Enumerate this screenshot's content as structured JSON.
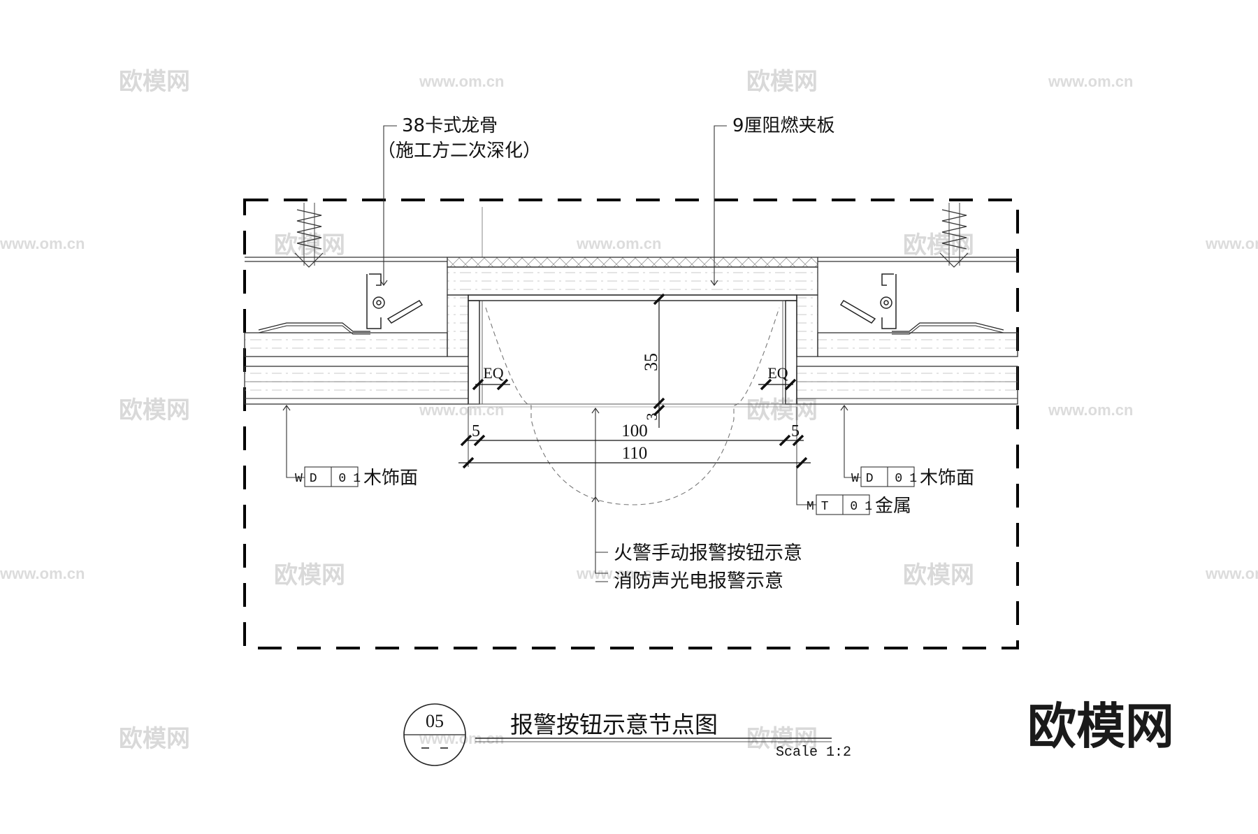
{
  "labels": {
    "keel": "38卡式龙骨",
    "keel_note": "（施工方二次深化）",
    "plywood": "9厘阻燃夹板",
    "fire_button": "火警手动报警按钮示意",
    "alarm": "消防声光电报警示意"
  },
  "callouts": {
    "left": {
      "code": "WD 01",
      "text": "木饰面"
    },
    "right": {
      "code": "WD 01",
      "text": "木饰面"
    },
    "metal": {
      "code": "MT 01",
      "text": "金属"
    }
  },
  "dimensions": {
    "height": "35",
    "gap": "3",
    "inner_width": "100",
    "outer_width": "110",
    "left_side": "5",
    "right_side": "5",
    "eq_left": "EQ",
    "eq_right": "EQ"
  },
  "title_block": {
    "number": "05",
    "title": "报警按钮示意节点图",
    "scale": "Scale 1:2"
  },
  "watermarks": {
    "brand": "欧模网",
    "url": "www.om.cn"
  },
  "logo": "欧模网"
}
